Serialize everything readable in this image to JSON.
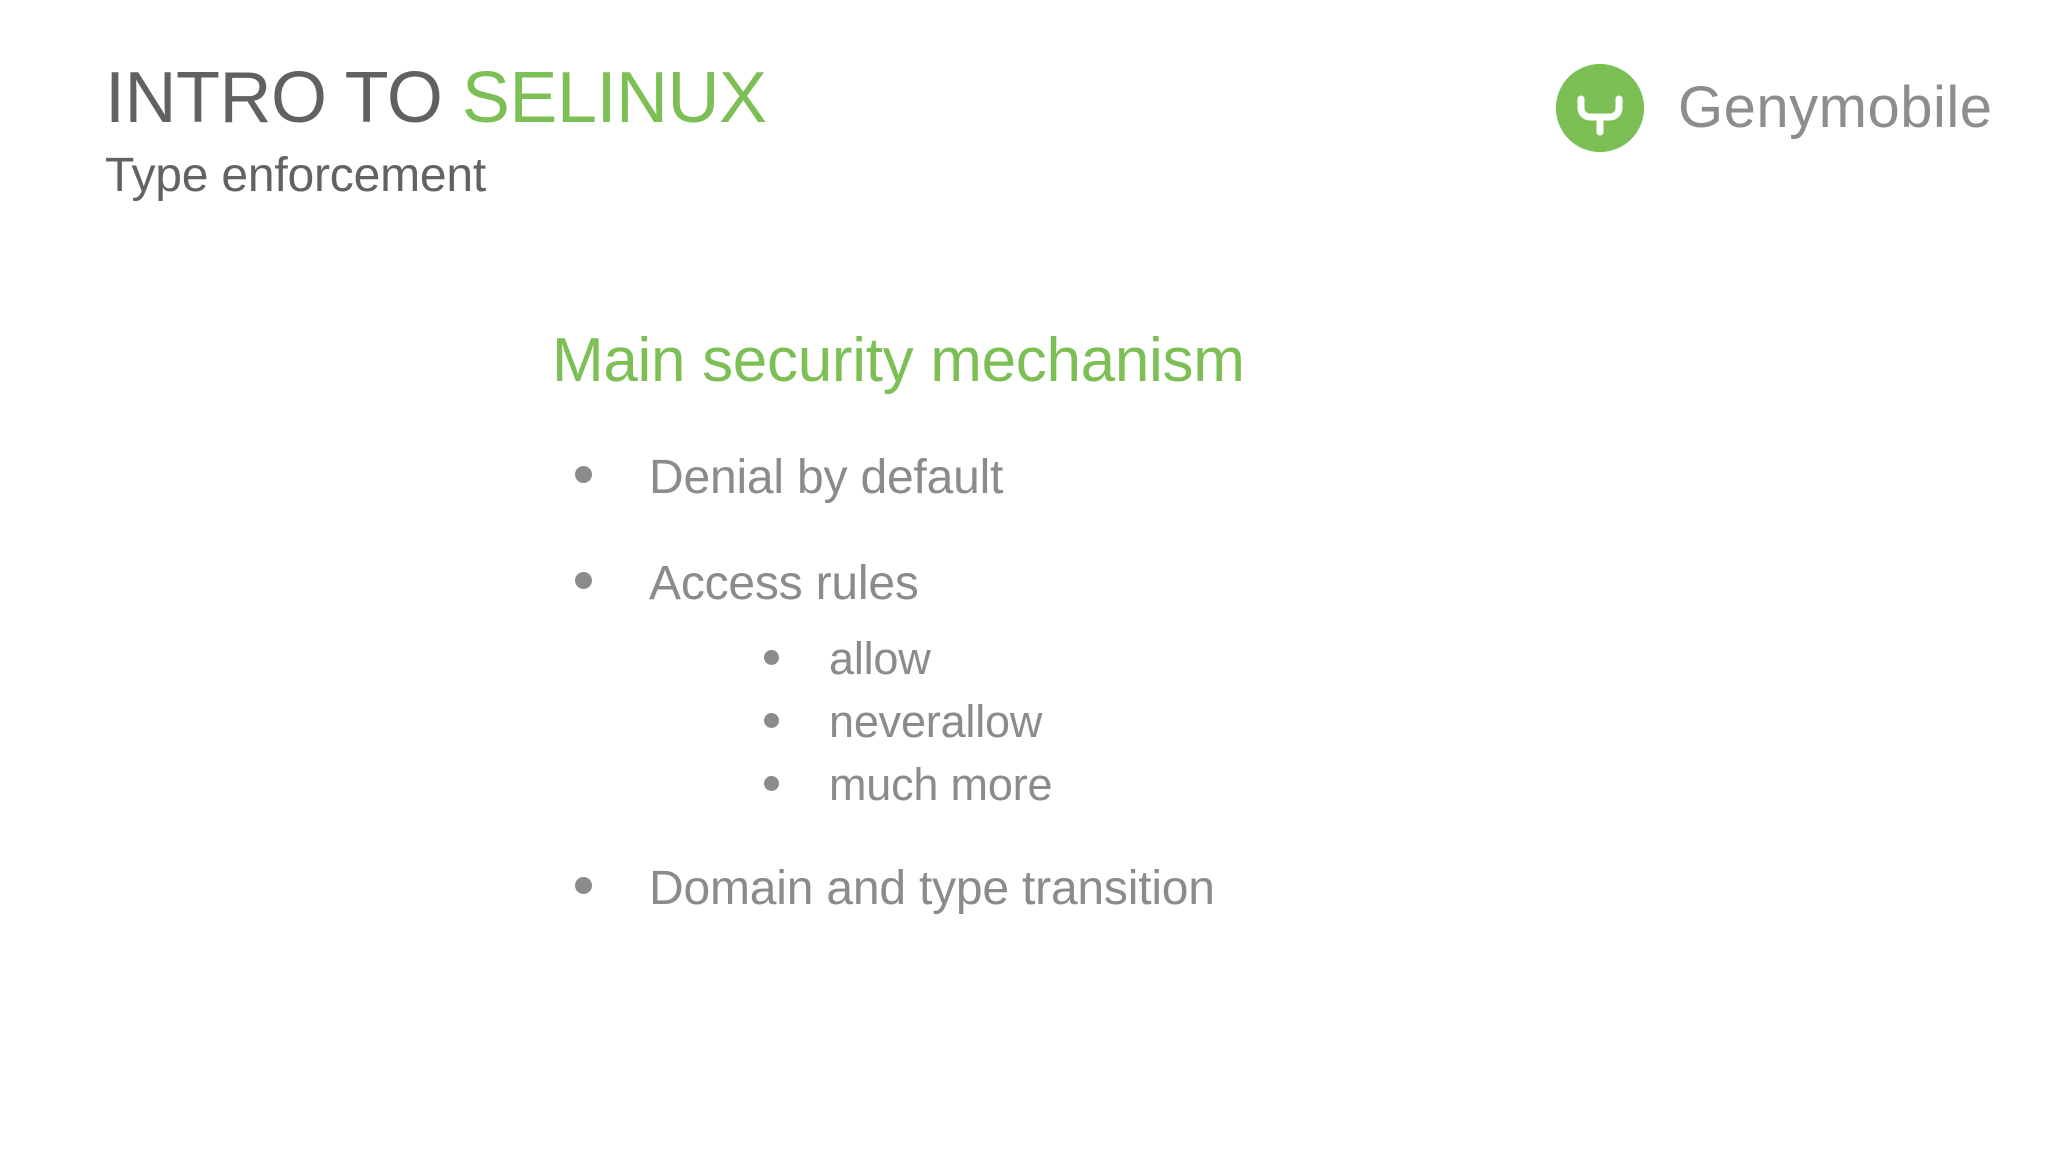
{
  "slide": {
    "background_color": "#ffffff",
    "header": {
      "title_main": "INTRO TO ",
      "title_accent": "SELINUX",
      "subtitle": "Type enforcement",
      "title_color": "#616161",
      "accent_color": "#7cbf55"
    },
    "logo": {
      "mark_name": "genymobile-goalpost-glyph",
      "mark_color": "#7cbf55",
      "wordmark": "Genymobile",
      "wordmark_color": "#8d8d8d"
    },
    "body": {
      "section_heading": "Main security mechanism",
      "section_heading_color": "#7cbf55",
      "text_color": "#8b8b8b",
      "bullets": [
        {
          "label": "Denial by default",
          "children": []
        },
        {
          "label": "Access rules",
          "children": [
            {
              "label": "allow"
            },
            {
              "label": "neverallow"
            },
            {
              "label": "much more"
            }
          ]
        },
        {
          "label": "Domain and type transition",
          "children": []
        }
      ]
    }
  }
}
